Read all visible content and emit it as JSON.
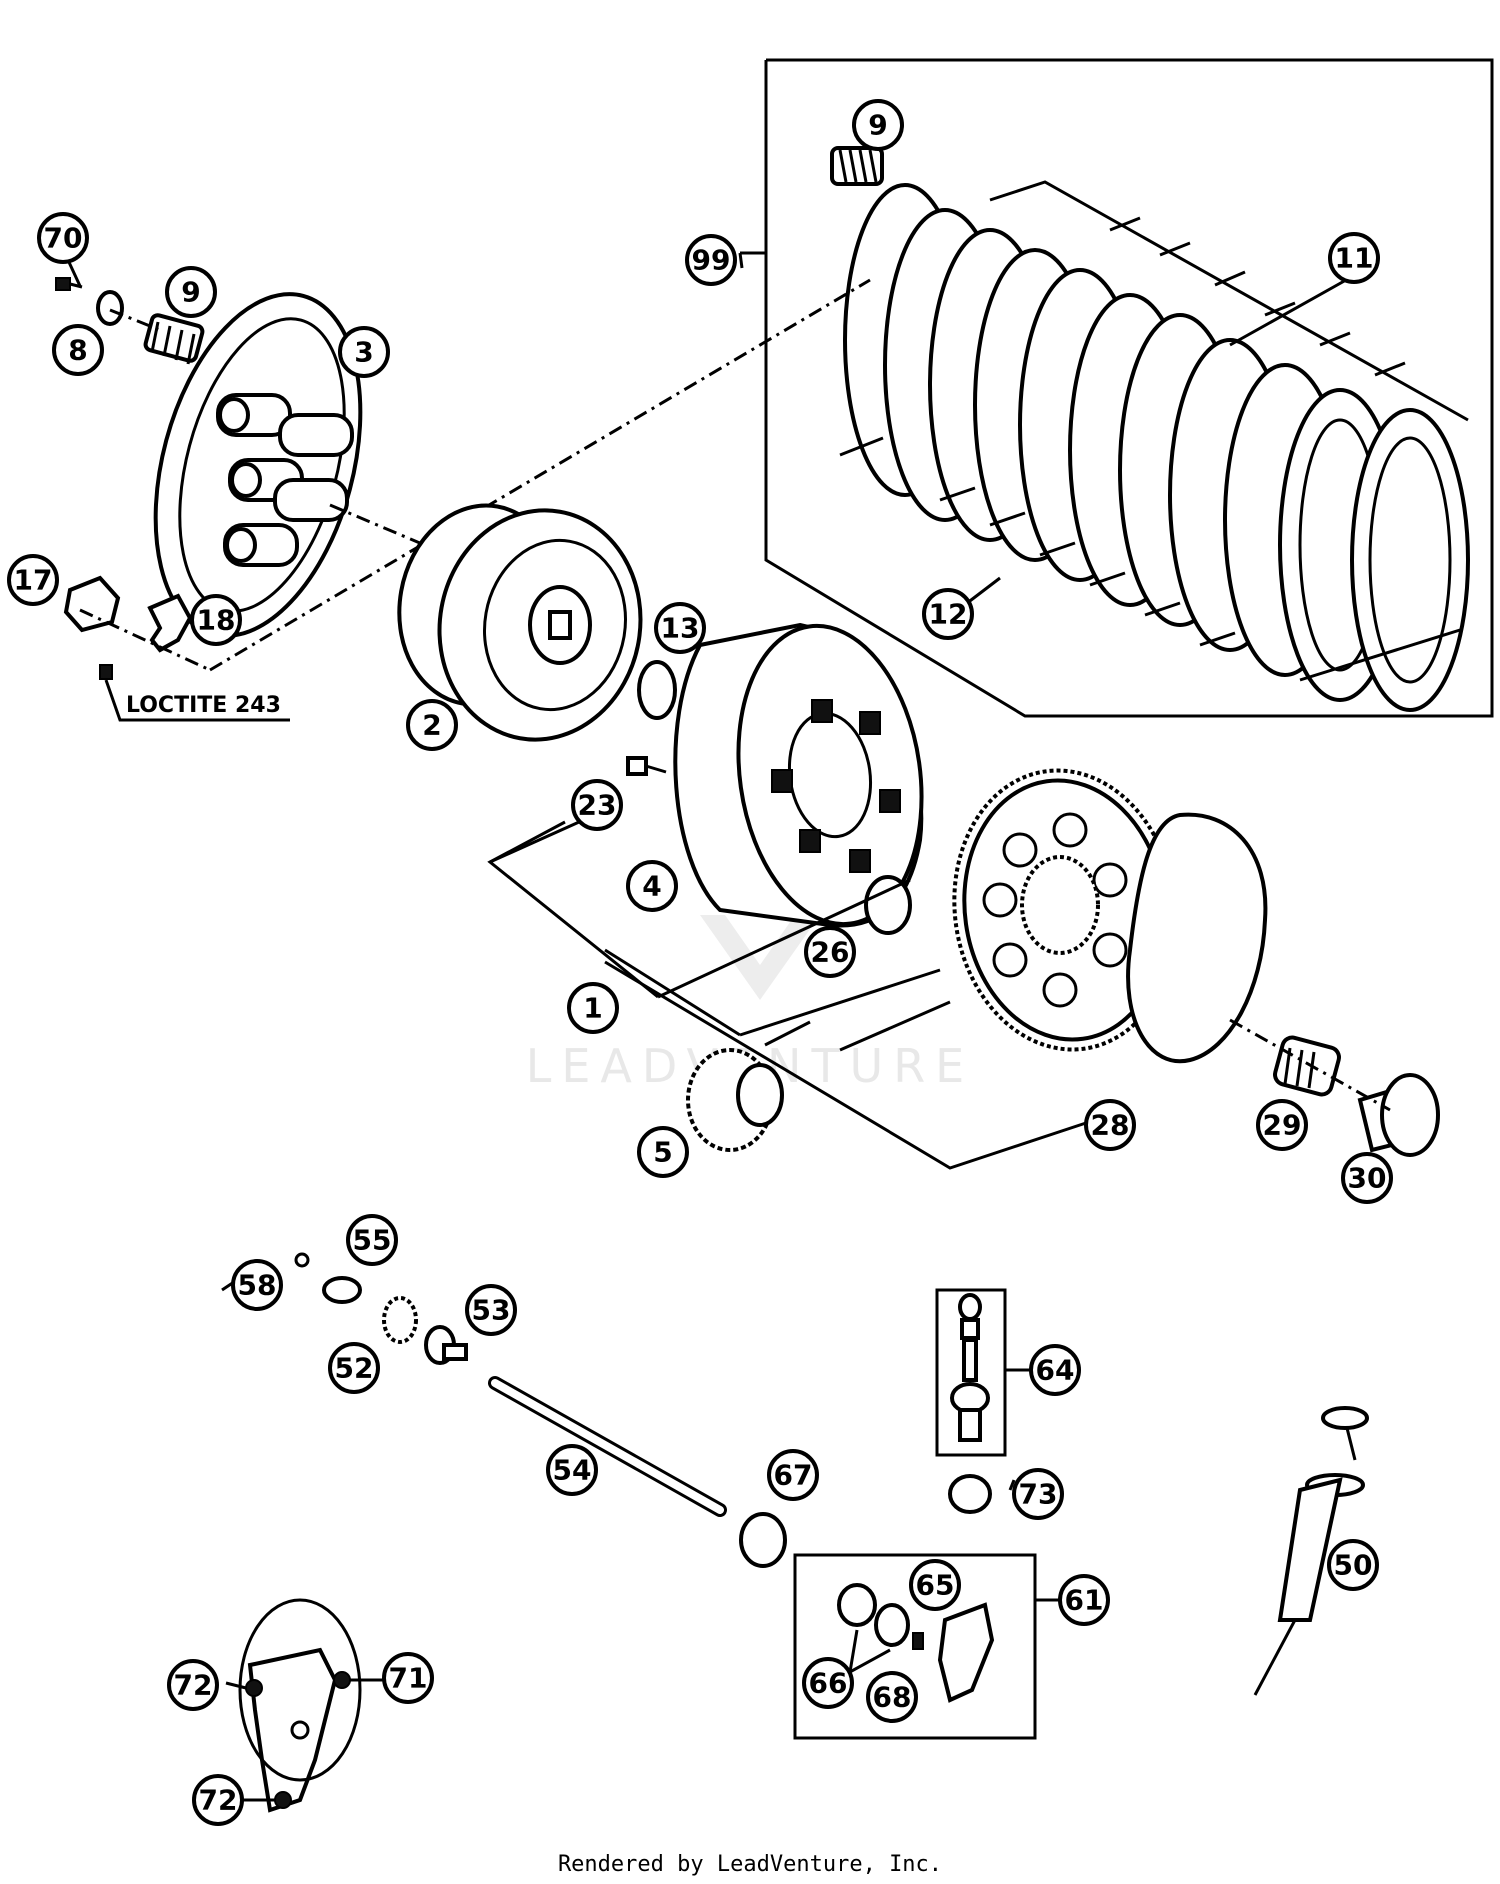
{
  "diagram": {
    "note": "LOCTITE 243",
    "watermark": "LEADVENTURE",
    "footer": "Rendered by LeadVenture, Inc.",
    "callouts": [
      {
        "id": "c70",
        "label": "70"
      },
      {
        "id": "c8",
        "label": "8"
      },
      {
        "id": "c9a",
        "label": "9"
      },
      {
        "id": "c3",
        "label": "3"
      },
      {
        "id": "c17",
        "label": "17"
      },
      {
        "id": "c18",
        "label": "18"
      },
      {
        "id": "c9b",
        "label": "9"
      },
      {
        "id": "c99",
        "label": "99"
      },
      {
        "id": "c11",
        "label": "11"
      },
      {
        "id": "c12",
        "label": "12"
      },
      {
        "id": "c13",
        "label": "13"
      },
      {
        "id": "c2",
        "label": "2"
      },
      {
        "id": "c23",
        "label": "23"
      },
      {
        "id": "c4",
        "label": "4"
      },
      {
        "id": "c26",
        "label": "26"
      },
      {
        "id": "c1",
        "label": "1"
      },
      {
        "id": "c28",
        "label": "28"
      },
      {
        "id": "c29",
        "label": "29"
      },
      {
        "id": "c30",
        "label": "30"
      },
      {
        "id": "c5",
        "label": "5"
      },
      {
        "id": "c55",
        "label": "55"
      },
      {
        "id": "c58",
        "label": "58"
      },
      {
        "id": "c53",
        "label": "53"
      },
      {
        "id": "c52",
        "label": "52"
      },
      {
        "id": "c64",
        "label": "64"
      },
      {
        "id": "c54",
        "label": "54"
      },
      {
        "id": "c67",
        "label": "67"
      },
      {
        "id": "c73",
        "label": "73"
      },
      {
        "id": "c50",
        "label": "50"
      },
      {
        "id": "c65",
        "label": "65"
      },
      {
        "id": "c61",
        "label": "61"
      },
      {
        "id": "c66",
        "label": "66"
      },
      {
        "id": "c68",
        "label": "68"
      },
      {
        "id": "c72a",
        "label": "72"
      },
      {
        "id": "c71",
        "label": "71"
      },
      {
        "id": "c72b",
        "label": "72"
      }
    ]
  }
}
